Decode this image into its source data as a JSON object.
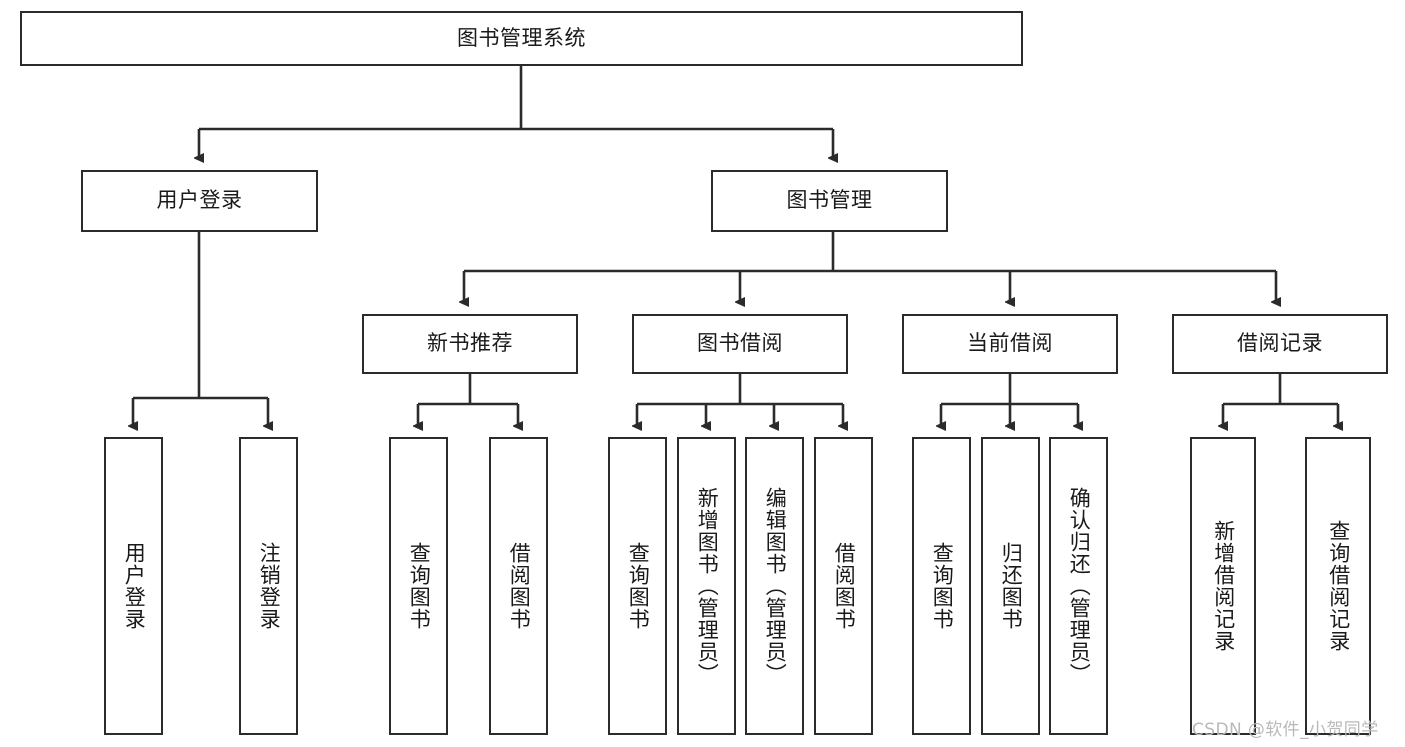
{
  "diagram": {
    "type": "tree",
    "title": "图书管理系统",
    "root": {
      "id": "root",
      "label": "图书管理系统"
    },
    "level2": [
      {
        "id": "user-login",
        "label": "用户登录"
      },
      {
        "id": "book-manage",
        "label": "图书管理"
      }
    ],
    "level3": [
      {
        "id": "new-book-recommend",
        "label": "新书推荐",
        "parent": "book-manage"
      },
      {
        "id": "book-borrow",
        "label": "图书借阅",
        "parent": "book-manage"
      },
      {
        "id": "current-borrow",
        "label": "当前借阅",
        "parent": "book-manage"
      },
      {
        "id": "borrow-record",
        "label": "借阅记录",
        "parent": "book-manage"
      }
    ],
    "leaves": {
      "user_login": [
        {
          "id": "leaf-user-login",
          "label": "用户登录"
        },
        {
          "id": "leaf-logout-login",
          "label": "注销登录"
        }
      ],
      "new_book_recommend": [
        {
          "id": "leaf-query-book-1",
          "label": "查询图书"
        },
        {
          "id": "leaf-borrow-book-1",
          "label": "借阅图书"
        }
      ],
      "book_borrow": [
        {
          "id": "leaf-query-book-2",
          "label": "查询图书"
        },
        {
          "id": "leaf-add-book",
          "label": "新增图书（管理员）"
        },
        {
          "id": "leaf-edit-book",
          "label": "编辑图书（管理员）"
        },
        {
          "id": "leaf-borrow-book-2",
          "label": "借阅图书"
        }
      ],
      "current_borrow": [
        {
          "id": "leaf-query-book-3",
          "label": "查询图书"
        },
        {
          "id": "leaf-return-book",
          "label": "归还图书"
        },
        {
          "id": "leaf-confirm-return",
          "label": "确认归还（管理员）"
        }
      ],
      "borrow_record": [
        {
          "id": "leaf-add-record",
          "label": "新增借阅记录"
        },
        {
          "id": "leaf-query-record",
          "label": "查询借阅记录"
        }
      ]
    },
    "colors": {
      "stroke": "#2b2b2b",
      "fill": "#ffffff",
      "text": "#1a1a1a",
      "watermark": "#b9b9b9"
    }
  },
  "watermark": {
    "text": "CSDN @软件_小贺同学"
  }
}
